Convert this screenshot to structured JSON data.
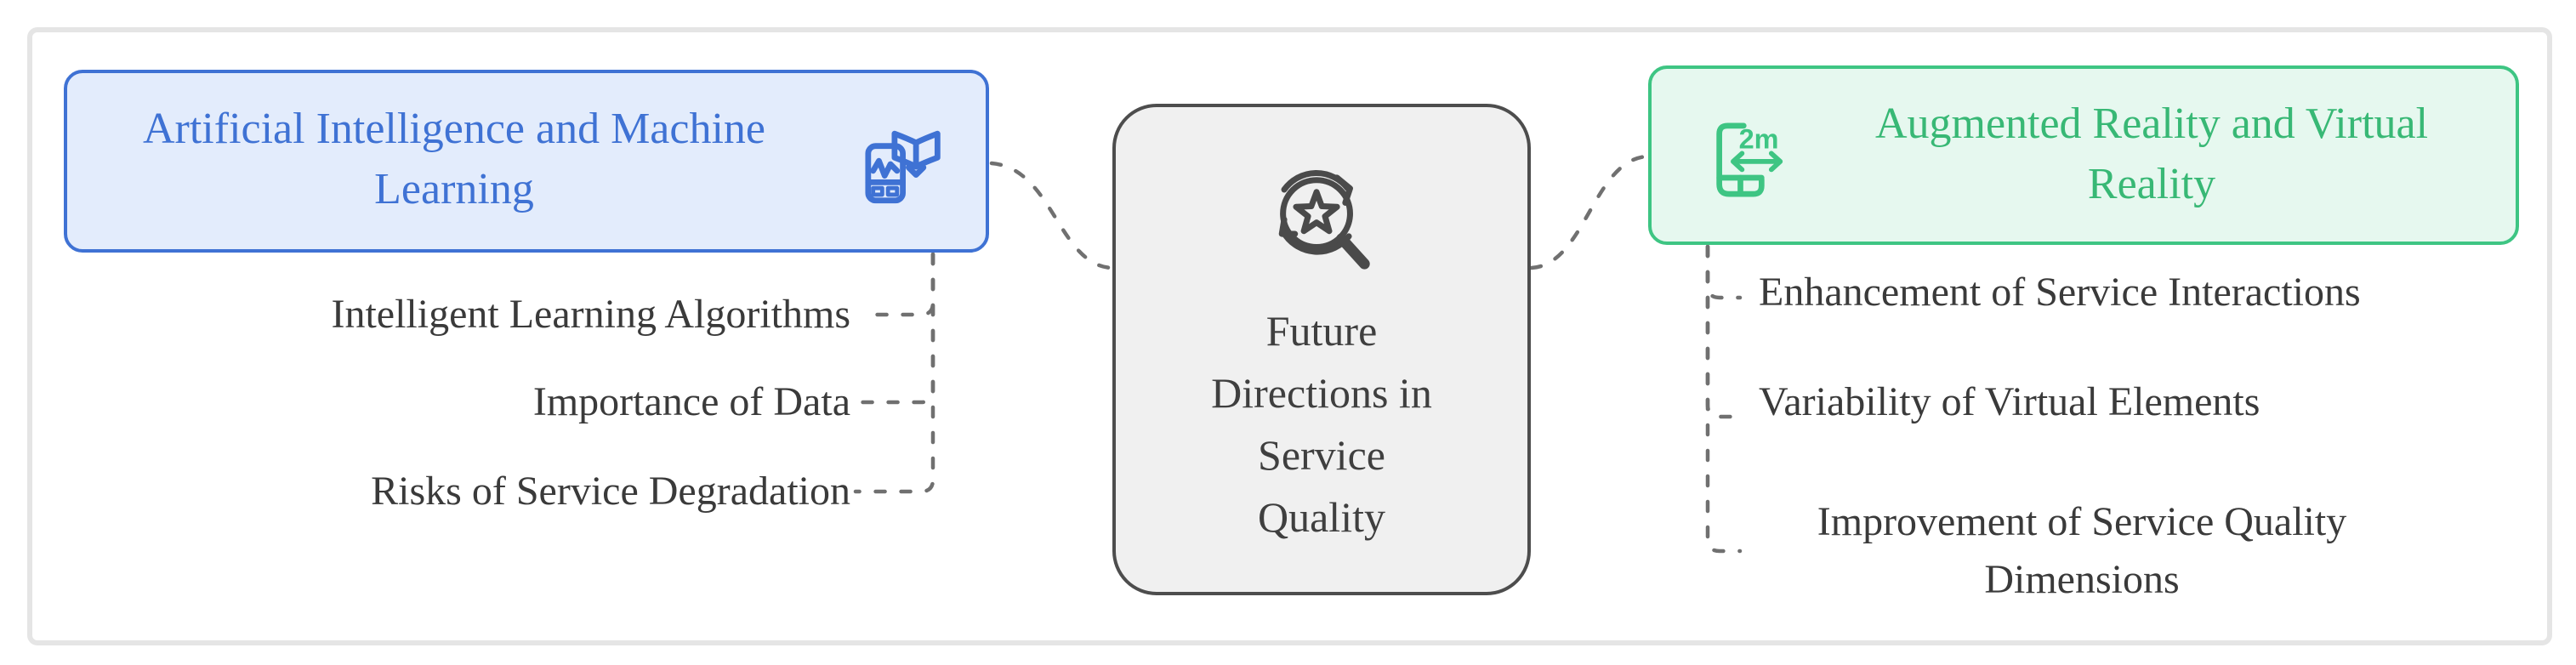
{
  "diagram": {
    "kind": "mindmap-flowchart",
    "center_node": {
      "title": "Future Directions in Service Quality",
      "lines": [
        "Future",
        "Directions in",
        "Service",
        "Quality"
      ],
      "icon": "search-star-refresh-icon"
    },
    "branches": [
      {
        "id": "ai-ml",
        "title": "Artificial Intelligence and Machine Learning",
        "lines": [
          "Artificial Intelligence and Machine",
          "Learning"
        ],
        "icon": "phone-analytics-book-icon",
        "accent_color": "#3f72d4",
        "fill_color": "#e3ecfc",
        "children": [
          {
            "label": "Intelligent Learning Algorithms"
          },
          {
            "label": "Importance of Data"
          },
          {
            "label": "Risks of Service Degradation"
          }
        ]
      },
      {
        "id": "ar-vr",
        "title": "Augmented Reality and Virtual Reality",
        "lines": [
          "Augmented Reality and Virtual",
          "Reality"
        ],
        "icon": "ar-measure-phone-icon",
        "icon_label": "2m",
        "accent_color": "#3ec583",
        "fill_color": "#e6f8ef",
        "text_color": "#38b875",
        "children": [
          {
            "label": "Enhancement of Service Interactions"
          },
          {
            "label": "Variability of Virtual Elements"
          },
          {
            "label": "Improvement of Service Quality Dimensions",
            "lines": [
              "Improvement of Service Quality",
              "Dimensions"
            ]
          }
        ]
      }
    ],
    "colors": {
      "center_fill": "#f0f0f0",
      "center_border": "#4d4d4d",
      "center_text": "#3f3f3f",
      "subitem_text": "#3a3a3a",
      "edge_dash": "#707070",
      "frame_border": "#e5e5e5"
    }
  }
}
